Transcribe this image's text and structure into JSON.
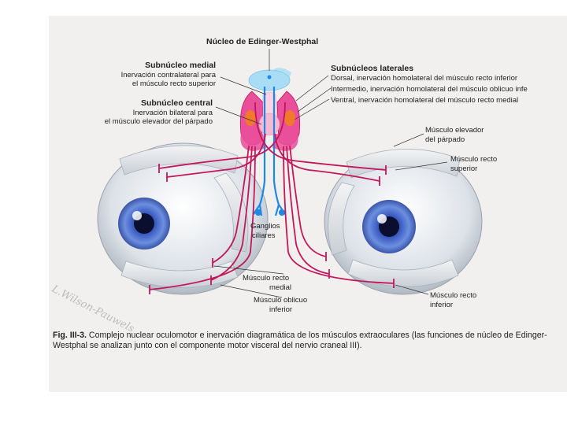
{
  "labels": {
    "ew_nucleus": "Núcleo de Edinger-Westphal",
    "medial_title": "Subnúcleo medial",
    "medial_desc_1": "Inervación contralateral para",
    "medial_desc_2": "el músculo recto superior",
    "central_title": "Subnúcleo central",
    "central_desc_1": "Inervación bilateral para",
    "central_desc_2": "el músculo elevador del párpado",
    "lateral_title": "Subnúcleos laterales",
    "lateral_dorsal": "Dorsal, inervación homolateral del músculo recto inferior",
    "lateral_intermediate": "Intermedio, inervación homolateral del músculo oblicuo infe",
    "lateral_ventral": "Ventral, inervación homolateral del músculo recto medial",
    "levator_1": "Músculo elevador",
    "levator_2": "del párpado",
    "superior_rectus_1": "Músculo recto",
    "superior_rectus_2": "superior",
    "ganglia_1": "Ganglios",
    "ganglia_2": "ciliares",
    "medial_rectus_1": "Músculo recto",
    "medial_rectus_2": "medial",
    "inferior_oblique_1": "Músculo oblicuo",
    "inferior_oblique_2": "inferior",
    "inferior_rectus_1": "Músculo recto",
    "inferior_rectus_2": "inferior"
  },
  "caption": {
    "label": "Fig. III-3.",
    "text": " Complejo nuclear oculomotor e inervación diagramática de los músculos extraoculares (las funciones de núcleo de Edinger-Westphal se analizan junto con el componente motor visceral del nervio craneal III)."
  },
  "signature": "L.Wilson-Pauwels",
  "colors": {
    "nerve": "#c2185b",
    "parasympathetic": "#1e88e5",
    "ew_nucleus_fill": "#a9dcf5",
    "lateral_subnucleus": "#e94f9a",
    "central_subnucleus": "#f7b8d2",
    "orange_subnucleus": "#f07a2a",
    "iris": "#4a6fd0",
    "sclera": "#e6e9ee"
  }
}
